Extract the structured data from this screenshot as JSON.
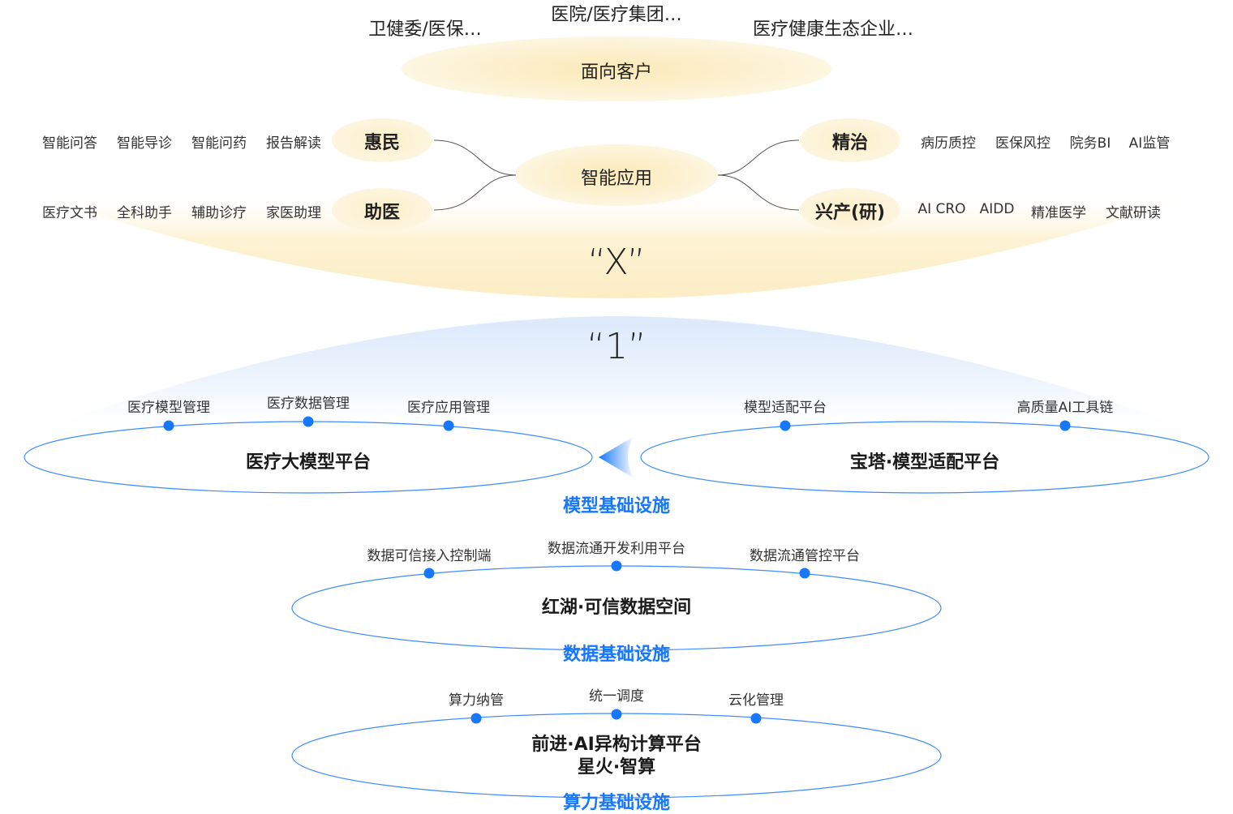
{
  "customers": {
    "left": "卫健委/医保…",
    "center": "医院/医疗集团…",
    "right": "医疗健康生态企业…",
    "label": "面向客户"
  },
  "apps": {
    "center": "智能应用",
    "huimin": {
      "label": "惠民",
      "items": [
        "智能问答",
        "智能导诊",
        "智能问药",
        "报告解读"
      ]
    },
    "zhuyi": {
      "label": "助医",
      "items": [
        "医疗文书",
        "全科助手",
        "辅助诊疗",
        "家医助理"
      ]
    },
    "jingzhi": {
      "label": "精治",
      "items": [
        "病历质控",
        "医保风控",
        "院务BI",
        "AI监管"
      ]
    },
    "xingchan": {
      "label": "兴产(研)",
      "items": [
        "AI CRO",
        "AIDD",
        "精准医学",
        "文献研读"
      ]
    }
  },
  "x_label": "“X”",
  "one_label": "“1”",
  "model_infra": {
    "left_platform": "医疗大模型平台",
    "left_features": [
      "医疗模型管理",
      "医疗数据管理",
      "医疗应用管理"
    ],
    "right_platform": "宝塔·模型适配平台",
    "right_features": [
      "模型适配平台",
      "高质量AI工具链"
    ],
    "title": "模型基础设施"
  },
  "data_infra": {
    "platform": "红湖·可信数据空间",
    "features": [
      "数据可信接入控制端",
      "数据流通开发利用平台",
      "数据流通管控平台"
    ],
    "title": "数据基础设施"
  },
  "compute_infra": {
    "platform_line1": "前进·AI异构计算平台",
    "platform_line2": "星火·智算",
    "features": [
      "算力纳管",
      "统一调度",
      "云化管理"
    ],
    "title": "算力基础设施"
  },
  "colors": {
    "accent": "#1677ff",
    "ellipse_stroke": "#3d8bff",
    "warm_fill": "#fbeec3"
  }
}
